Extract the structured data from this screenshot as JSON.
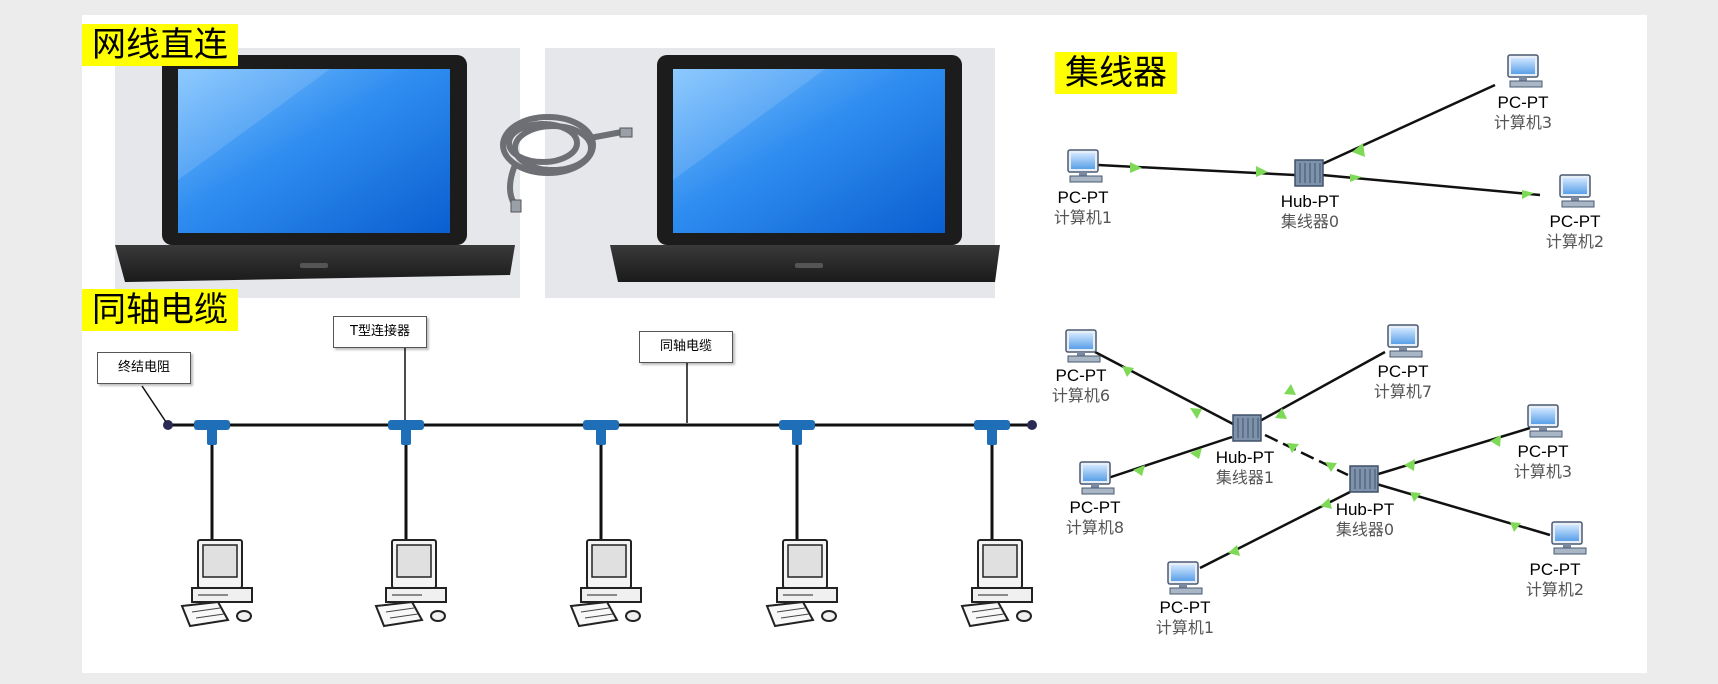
{
  "sections": {
    "direct": "网线直连",
    "hub": "集线器",
    "coax": "同轴电缆"
  },
  "colors": {
    "tag_bg": "#ffff00",
    "link_arrow": "#7ed957",
    "coax_connector": "#1e6fb8",
    "screen": "#2f8df0"
  },
  "icons": [
    "laptop-icon",
    "ethernet-cable-icon",
    "pc-icon",
    "hub-icon",
    "desktop-computer-icon",
    "t-connector-icon",
    "terminator-icon"
  ],
  "hub_topology": {
    "hub": {
      "type": "Hub-PT",
      "name": "集线器0"
    },
    "pcs": [
      {
        "type": "PC-PT",
        "name": "计算机1"
      },
      {
        "type": "PC-PT",
        "name": "计算机3"
      },
      {
        "type": "PC-PT",
        "name": "计算机2"
      }
    ]
  },
  "cascade_topology": {
    "hubs": [
      {
        "type": "Hub-PT",
        "name": "集线器1"
      },
      {
        "type": "Hub-PT",
        "name": "集线器0"
      }
    ],
    "pcs": [
      {
        "type": "PC-PT",
        "name": "计算机6"
      },
      {
        "type": "PC-PT",
        "name": "计算机7"
      },
      {
        "type": "PC-PT",
        "name": "计算机8"
      },
      {
        "type": "PC-PT",
        "name": "计算机3"
      },
      {
        "type": "PC-PT",
        "name": "计算机2"
      },
      {
        "type": "PC-PT",
        "name": "计算机1"
      }
    ]
  },
  "coax_callouts": {
    "terminator": "终结电阻",
    "t_connector": "T型连接器",
    "cable": "同轴电缆"
  }
}
